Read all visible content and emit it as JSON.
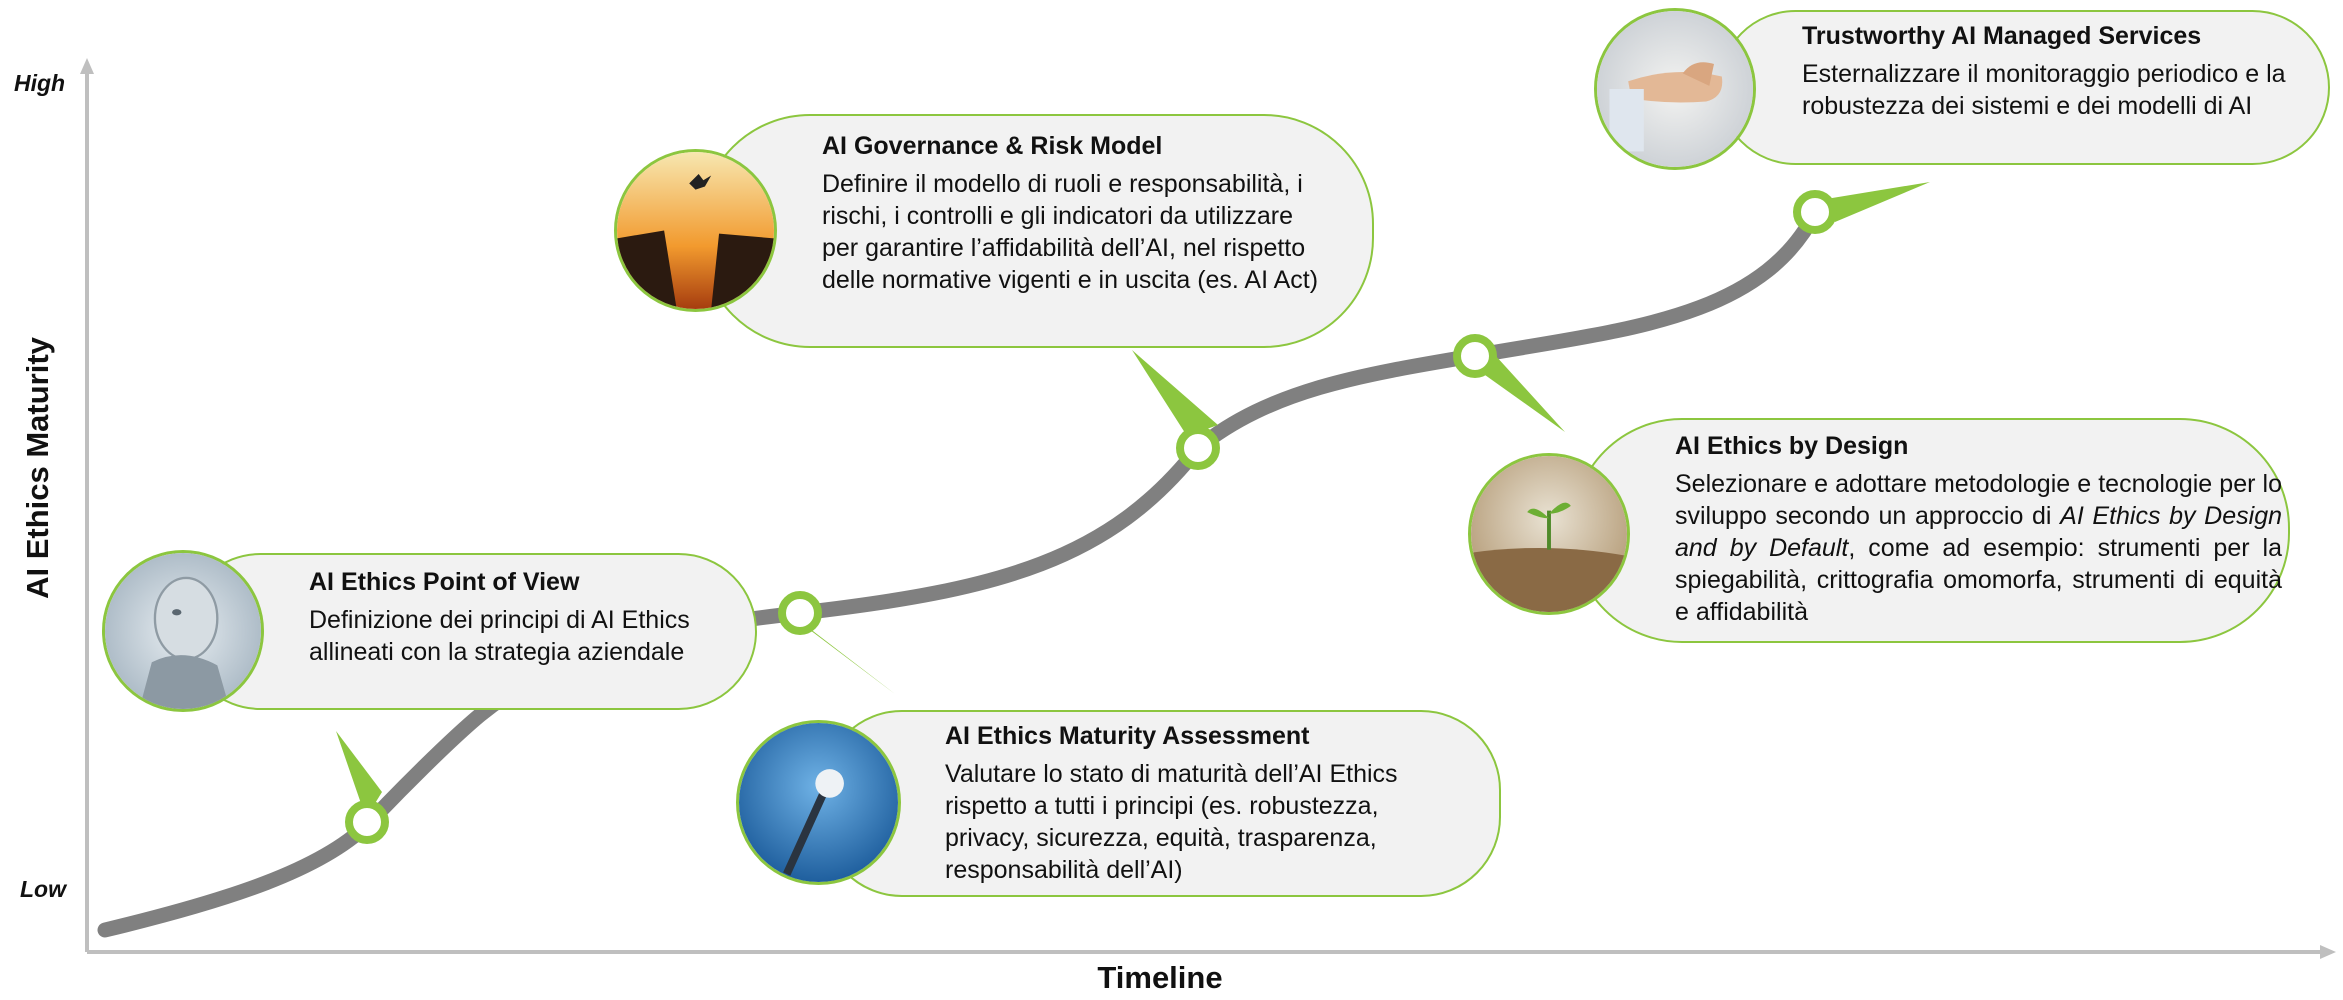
{
  "axes": {
    "y_title": "AI Ethics Maturity",
    "x_title": "Timeline",
    "y_high": "High",
    "y_low": "Low"
  },
  "colors": {
    "curve": "#808080",
    "accent_green": "#8cc63f",
    "bubble_fill": "#f2f2f2",
    "axis": "#bfbfbf"
  },
  "stages": [
    {
      "title": "AI Ethics Point of View",
      "body": "Definizione dei principi di AI Ethics allineati con la strategia aziendale",
      "icon": "robot-face-photo"
    },
    {
      "title": "AI Ethics Maturity Assessment",
      "body": "Valutare lo stato di maturità dell’AI Ethics rispetto a tutti i principi (es. robustezza, privacy, sicurezza, equità, trasparenza, responsabilità dell’AI)",
      "icon": "gauge-needle-photo"
    },
    {
      "title": "AI Governance & Risk Model",
      "body": "Definire il modello di ruoli e responsabilità, i rischi, i controlli e gli indicatori da utilizzare per garantire l’affidabilità dell’AI, nel rispetto delle normative vigenti e in uscita (es. AI Act)",
      "icon": "cliff-jump-sunset-photo"
    },
    {
      "title": "AI Ethics by Design",
      "body_pre": "Selezionare e adottare metodologie e tecnologie per lo sviluppo secondo un approccio di ",
      "body_em": "AI Ethics by Design and by Default",
      "body_post": ", come ad esempio: strumenti per la spiegabilità, crittografia omomorfa, strumenti di equità e affidabilità",
      "icon": "sprout-soil-photo"
    },
    {
      "title": "Trustworthy AI Managed Services",
      "body": "Esternalizzare il monitoraggio periodico e la robustezza dei sistemi e dei modelli di AI",
      "icon": "helping-hands-photo"
    }
  ]
}
